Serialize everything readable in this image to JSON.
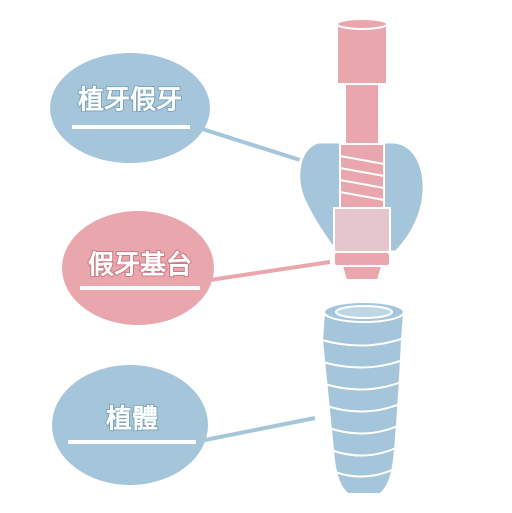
{
  "labels": {
    "crown": "植牙假牙",
    "abutment": "假牙基台",
    "implant": "植體"
  },
  "colors": {
    "blue": "#a5c6da",
    "pink": "#e9a6ad",
    "pink_dark": "#d98892",
    "white": "#ffffff"
  }
}
